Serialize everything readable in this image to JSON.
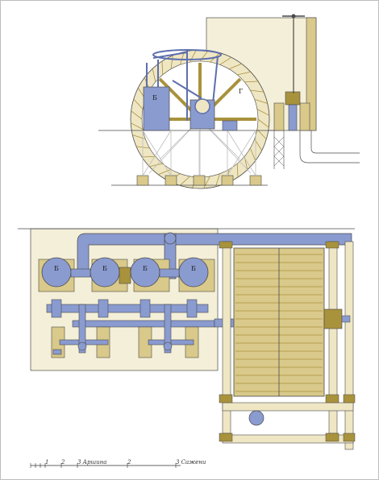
{
  "colors": {
    "wood": "#d9c98a",
    "wood_light": "#efe6c4",
    "wood_dark": "#a8923c",
    "steel": "#8a9bd0",
    "steel_dark": "#5d6fae",
    "ground": "#f4efd8",
    "line": "#4a4a4a"
  },
  "elevation": {
    "label_b": "Б",
    "label_g": "Г"
  },
  "plan": {
    "pump_labels": [
      "Б",
      "Б",
      "Б",
      "Б"
    ]
  },
  "scale": {
    "ticks": [
      "1",
      "2",
      "3 Аршина",
      "2",
      "3 Сажени"
    ]
  }
}
